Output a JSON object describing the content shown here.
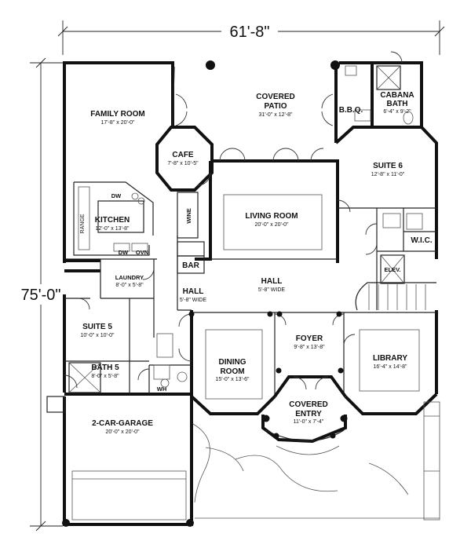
{
  "dimensions": {
    "overall_width": "61'-8\"",
    "overall_depth": "75'-0\""
  },
  "rooms": {
    "family_room": {
      "name": "FAMILY ROOM",
      "size": "17'-8\" x 20'-0\""
    },
    "covered_patio": {
      "name_line1": "COVERED",
      "name_line2": "PATIO",
      "size": "31'-0\" x 12'-8\""
    },
    "bbq": {
      "name": "B.B.Q."
    },
    "cabana_bath": {
      "name_line1": "CABANA",
      "name_line2": "BATH",
      "size": "6'-4\" x 9'-2\""
    },
    "cafe": {
      "name": "CAFE",
      "size": "7'-8\" x 10'-5\""
    },
    "suite6": {
      "name": "SUITE 6",
      "size": "12'-8\" x 11'-0\""
    },
    "kitchen": {
      "name": "KITCHEN",
      "size": "12'-0\" x 13'-8\""
    },
    "living_room": {
      "name": "LIVING ROOM",
      "size": "20'-0\" x 20'-0\""
    },
    "wic": {
      "name": "W.I.C."
    },
    "elev": {
      "name": "ELEV."
    },
    "laundry": {
      "name": "LAUNDRY",
      "size": "8'-0\" x 5'-8\""
    },
    "bar": {
      "name": "BAR"
    },
    "wine": {
      "name": "WINE"
    },
    "hall_left": {
      "name": "HALL",
      "size": "5'-8\" WIDE"
    },
    "hall_center": {
      "name": "HALL",
      "size": "5'-8\" WIDE"
    },
    "suite5": {
      "name": "SUITE 5",
      "size": "10'-0\" x 10'-0\""
    },
    "dining_room": {
      "name_line1": "DINING",
      "name_line2": "ROOM",
      "size": "15'-0\" x 13'-6\""
    },
    "foyer": {
      "name": "FOYER",
      "size": "9'-8\" x 13'-8\""
    },
    "library": {
      "name": "LIBRARY",
      "size": "16'-4\" x 14'-8\""
    },
    "bath5": {
      "name": "BATH 5",
      "size": "8'-0\" x 5'-8\""
    },
    "covered_entry": {
      "name_line1": "COVERED",
      "name_line2": "ENTRY",
      "size": "11'-0\" x 7'-4\""
    },
    "garage": {
      "name": "2-CAR-GARAGE",
      "size": "20'-0\" x 20'-0\""
    }
  },
  "fixtures": {
    "dw_upper": "DW",
    "dw_lower": "DW",
    "oven": "OVN",
    "range": "RANGE",
    "water_heater": "WH"
  }
}
